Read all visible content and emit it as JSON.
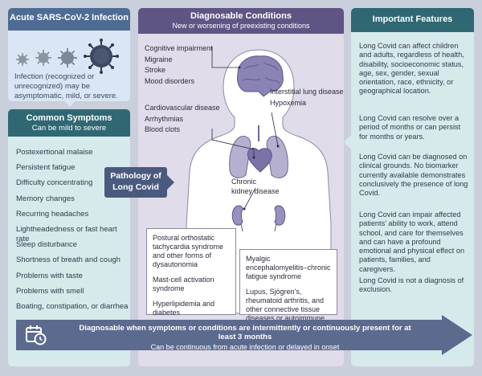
{
  "acute": {
    "title": "Acute SARS-CoV-2 Infection",
    "note": "Infection (recognized or unrecognized) may be asymptomatic, mild, or severe.",
    "virus_icon": "virus-icon"
  },
  "symptoms": {
    "title": "Common Symptoms",
    "subtitle": "Can be mild to severe",
    "items": [
      "Postexertional malaise",
      "Persistent fatigue",
      "Difficulty concentrating",
      "Memory changes",
      "Recurring headaches",
      "Lightheadedness or fast heart rate",
      "Sleep disturbance",
      "Shortness of breath and cough",
      "Problems with taste",
      "Problems with smell",
      "Boating, constipation, or diarrhea"
    ]
  },
  "conditions": {
    "title": "Diagnosable Conditions",
    "subtitle": "New or worsening of preexisting conditions",
    "brain_group": [
      "Cognitive impairment",
      "Migraine",
      "Stroke",
      "Mood disorders"
    ],
    "lung_group": [
      "Interstitial lung disease",
      "Hypoxemia"
    ],
    "heart_group": [
      "Cardiovascular disease",
      "Arrhythmias",
      "Blood clots"
    ],
    "kidney_label_1": "Chronic",
    "kidney_label_2": "kidney disease",
    "card_left": [
      "Postural orthostatic tachycardia syndrome and other forms of dysautonomia",
      "Mast-cell activation syndrome",
      "Hyperlipidemia and diabetes"
    ],
    "card_right": [
      "Myalgic encephalomyelitis–chronic fatigue syndrome",
      "Lupus, Sjögren’s, rheumatoid arthritis, and other connective tissue diseases or autoimmune disorders"
    ]
  },
  "pathology": {
    "line1": "Pathology of",
    "line2": "Long Covid"
  },
  "features": {
    "title": "Important Features",
    "items": [
      "Long Covid can affect children and adults, regardless of health, disability, socioeconomic status, age, sex, gender, sexual orientation, race, ethnicity, or geographical location.",
      "Long Covid can resolve over a period of months or can persist for months or years.",
      "Long Covid can be diagnosed on clinical grounds. No biomarker currently available demonstrates conclusively the presence of long Covid.",
      "Long Covid can impair affected patients’ ability to work, attend school, and care for themselves and can have a profound emotional and physical effect on patients, families, and caregivers.",
      "Long Covid is not a diagnosis of exclusion."
    ]
  },
  "timeline": {
    "title": "Diagnosable when symptoms or conditions are intermittently or continuously present for at least 3 months",
    "subtitle": "Can be continuous from acute infection or delayed in onset",
    "icon": "calendar-clock-icon"
  },
  "colors": {
    "acute_header": "#4e6c93",
    "teal_header": "#2f6872",
    "purple_header": "#5e5584",
    "panel_blue": "#dbe6f4",
    "panel_teal": "#d6eaec",
    "panel_purple": "#e1dcea",
    "arrow": "#5c6a8e"
  }
}
